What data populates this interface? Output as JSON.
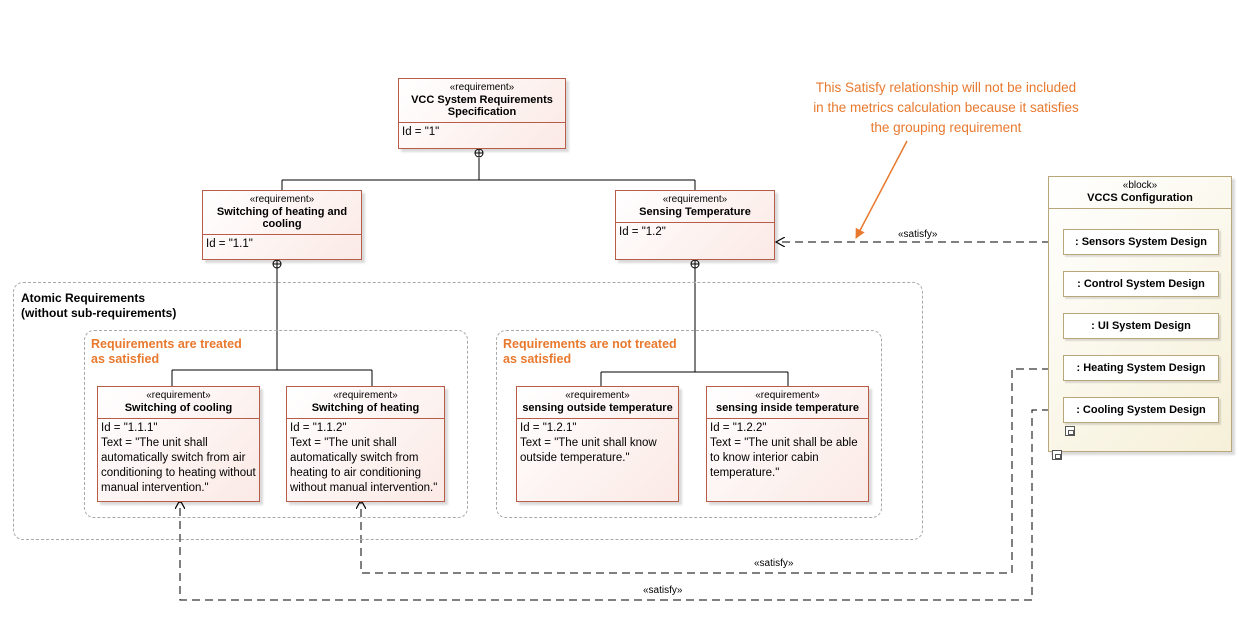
{
  "stereotypes": {
    "requirement": "«requirement»",
    "block": "«block»",
    "satisfy": "«satisfy»"
  },
  "requirements": {
    "r1": {
      "name": "VCC System Requirements Specification",
      "id": "Id = \"1\""
    },
    "r11": {
      "name": "Switching of heating and cooling",
      "id": "Id = \"1.1\""
    },
    "r12": {
      "name": "Sensing Temperature",
      "id": "Id = \"1.2\""
    },
    "r111": {
      "name": "Switching of cooling",
      "id": "Id = \"1.1.1\"",
      "text": "Text = \"The unit shall automatically switch from air conditioning to heating without manual intervention.\""
    },
    "r112": {
      "name": "Switching of heating",
      "id": "Id = \"1.1.2\"",
      "text": "Text = \"The unit shall automatically switch from heating to air conditioning without manual intervention.\""
    },
    "r121": {
      "name": "sensing outside temperature",
      "id": "Id = \"1.2.1\"",
      "text": "Text = \"The unit shall know outside temperature.\""
    },
    "r122": {
      "name": "sensing inside temperature",
      "id": "Id = \"1.2.2\"",
      "text": "Text = \"The unit shall be able to know interior cabin temperature.\""
    }
  },
  "packages": {
    "atomic": "Atomic Requirements\n(without sub-requirements)",
    "satisfied": "Requirements are treated\nas satisfied",
    "not_satisfied": "Requirements are not treated\nas satisfied"
  },
  "note": "This Satisfy relationship will not be included\nin the metrics calculation because it satisfies\nthe grouping requirement",
  "block": {
    "name": "VCCS Configuration",
    "parts": [
      ": Sensors System Design",
      ": Control System Design",
      ": UI System Design",
      ": Heating System Design",
      ": Cooling System Design"
    ]
  },
  "colors": {
    "requirement_border": "#b85c4a",
    "note_text": "#e8792e",
    "block_border": "#b8a77a"
  }
}
